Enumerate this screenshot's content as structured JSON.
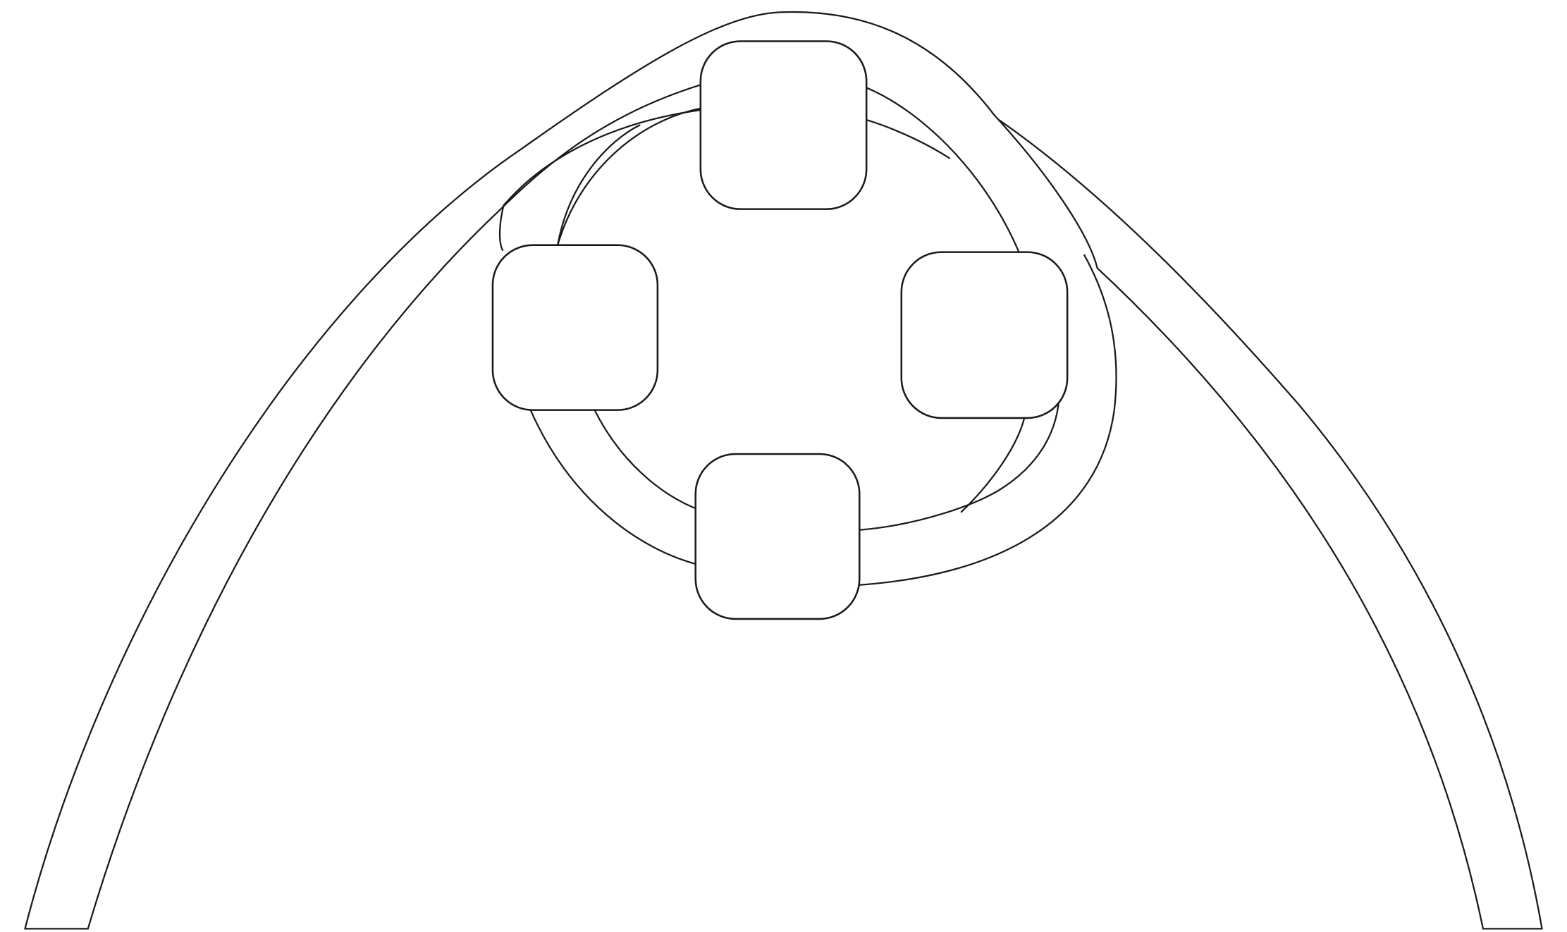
{
  "diagram": {
    "kind": "line-drawing",
    "description_visible_text": "",
    "colors": {
      "background": "#ffffff",
      "stroke": "#1a1a1a",
      "pad_fill": "#ffffff"
    },
    "parts": [
      {
        "name": "outer-arch-band",
        "role": "arch"
      },
      {
        "name": "oval-ring",
        "role": "ring"
      },
      {
        "name": "pad-top",
        "role": "rounded-square"
      },
      {
        "name": "pad-left",
        "role": "rounded-square"
      },
      {
        "name": "pad-right",
        "role": "rounded-square"
      },
      {
        "name": "pad-bottom",
        "role": "rounded-square"
      }
    ]
  }
}
